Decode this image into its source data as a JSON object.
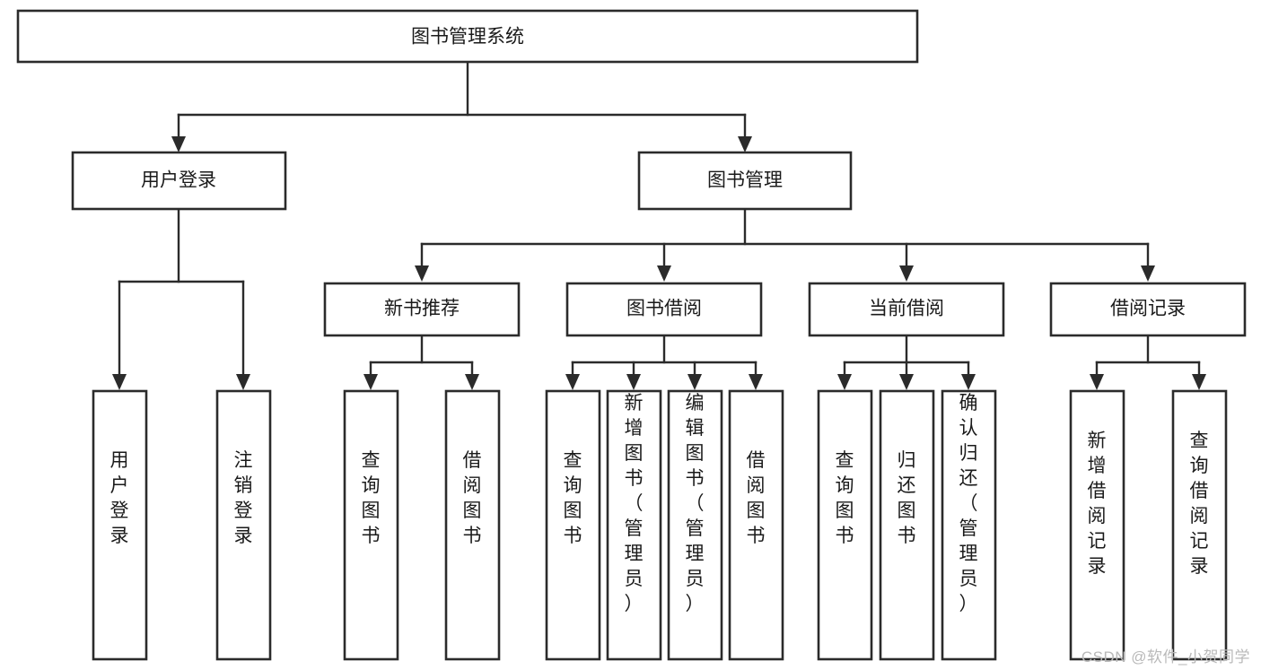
{
  "diagram": {
    "type": "tree-hierarchy",
    "title": "图书管理系统",
    "orientation": "top-down",
    "watermark": "CSDN @软件_小贺同学",
    "root": {
      "label": "图书管理系统"
    },
    "level2": [
      {
        "label": "用户登录"
      },
      {
        "label": "图书管理"
      }
    ],
    "level3": [
      {
        "label": "新书推荐"
      },
      {
        "label": "图书借阅"
      },
      {
        "label": "当前借阅"
      },
      {
        "label": "借阅记录"
      }
    ],
    "leaves": {
      "user_login": [
        {
          "label": "用户登录"
        },
        {
          "label": "注销登录"
        }
      ],
      "new_book_recommend": [
        {
          "label": "查询图书"
        },
        {
          "label": "借阅图书"
        }
      ],
      "book_borrow": [
        {
          "label": "查询图书"
        },
        {
          "label": "新增图书（管理员）"
        },
        {
          "label": "编辑图书（管理员）"
        },
        {
          "label": "借阅图书"
        }
      ],
      "current_borrow": [
        {
          "label": "查询图书"
        },
        {
          "label": "归还图书"
        },
        {
          "label": "确认归还（管理员）"
        }
      ],
      "borrow_record": [
        {
          "label": "新增借阅记录"
        },
        {
          "label": "查询借阅记录"
        }
      ]
    },
    "colors": {
      "box_stroke": "#2b2b2b",
      "box_fill": "#ffffff",
      "connector": "#2b2b2b",
      "text": "#1a1a1a",
      "watermark": "#b9b9b9"
    }
  }
}
